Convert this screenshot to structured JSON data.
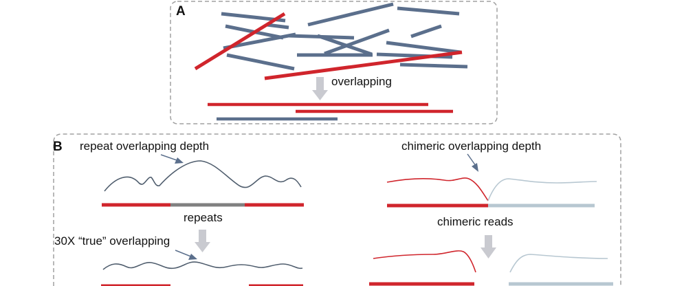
{
  "panel_a": {
    "letter": "A",
    "overlap_label": "overlapping"
  },
  "panel_b": {
    "letter": "B",
    "repeat_depth_label": "repeat overlapping depth",
    "repeats_label": "repeats",
    "true_overlap_label": "30X “true” overlapping",
    "chimeric_depth_label": "chimeric overlapping depth",
    "chimeric_reads_label": "chimeric reads"
  },
  "colors": {
    "read_red": "#d0252c",
    "read_blue": "#5b6f8c",
    "repeat_gray": "#808080",
    "chimeric_light": "#b7c7d1",
    "arrow_gray": "#c9cad0",
    "frame_gray": "#a0a0a0"
  }
}
